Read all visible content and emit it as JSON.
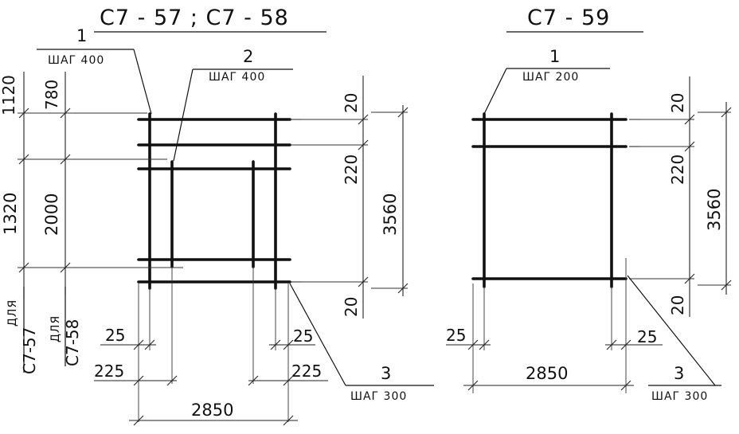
{
  "left": {
    "title": "C7 - 57 ; C7 - 58",
    "callout1": {
      "num": "1",
      "step": "ШАГ 400"
    },
    "callout2": {
      "num": "2",
      "step": "ШАГ 400"
    },
    "callout3": {
      "num": "3",
      "step": "ШАГ 300"
    },
    "dims": {
      "v1120": "1120",
      "v780": "780",
      "v1320": "1320",
      "v2000": "2000",
      "v20_top": "20",
      "v220": "220",
      "v3560": "3560",
      "v20_bot": "20",
      "h25_left": "25",
      "h225_left": "225",
      "h25_right": "25",
      "h225_right": "225",
      "h2850": "2850"
    },
    "notes": {
      "for1_a": "ДЛЯ",
      "for1_b": "C7-57",
      "for2_a": "ДЛЯ",
      "for2_b": "C7-58"
    }
  },
  "right": {
    "title": "C7 - 59",
    "callout1": {
      "num": "1",
      "step": "ШАГ 200"
    },
    "callout3": {
      "num": "3",
      "step": "ШАГ 300"
    },
    "dims": {
      "v20_top": "20",
      "v220": "220",
      "v3560": "3560",
      "v20_bot": "20",
      "h25_left": "25",
      "h25_right": "25",
      "h2850": "2850"
    }
  }
}
